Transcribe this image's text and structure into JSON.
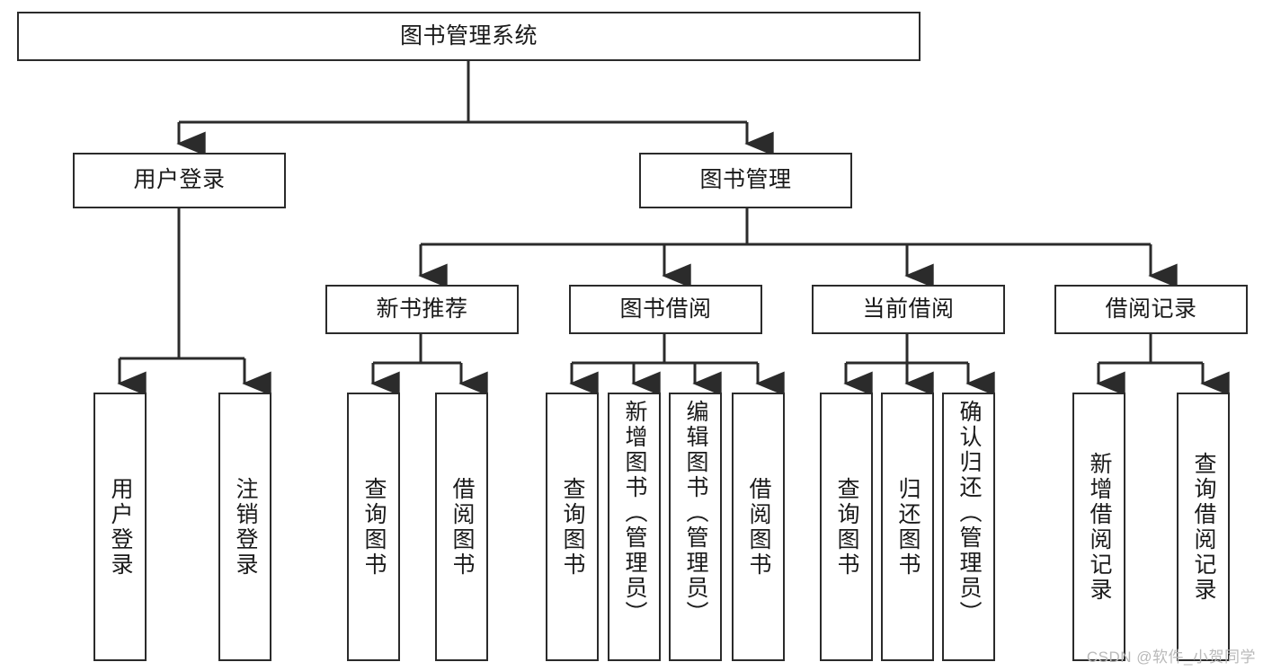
{
  "diagram": {
    "type": "tree",
    "title": "图书管理系统",
    "orientation": "top-down",
    "line_color": "#2b2b2b",
    "box_fill": "#ffffff",
    "text_color": "#1a1a1a",
    "levels": 4,
    "nodes": {
      "root": {
        "label": "图书管理系统"
      },
      "level2": [
        {
          "label": "用户登录"
        },
        {
          "label": "图书管理"
        }
      ],
      "level3": [
        {
          "label": "新书推荐"
        },
        {
          "label": "图书借阅"
        },
        {
          "label": "当前借阅"
        },
        {
          "label": "借阅记录"
        }
      ],
      "leaves": {
        "user_login": [
          {
            "label": "用户登录"
          },
          {
            "label": "注销登录"
          }
        ],
        "new_book_recommend": [
          {
            "label": "查询图书"
          },
          {
            "label": "借阅图书"
          }
        ],
        "book_borrow": [
          {
            "label": "查询图书"
          },
          {
            "label": "新增图书（管理员）"
          },
          {
            "label": "编辑图书（管理员）"
          },
          {
            "label": "借阅图书"
          }
        ],
        "current_borrow": [
          {
            "label": "查询图书"
          },
          {
            "label": "归还图书"
          },
          {
            "label": "确认归还（管理员）"
          }
        ],
        "borrow_record": [
          {
            "label": "新增借阅记录"
          },
          {
            "label": "查询借阅记录"
          }
        ]
      }
    }
  },
  "watermark": {
    "text": "CSDN @软件_小贺同学"
  }
}
